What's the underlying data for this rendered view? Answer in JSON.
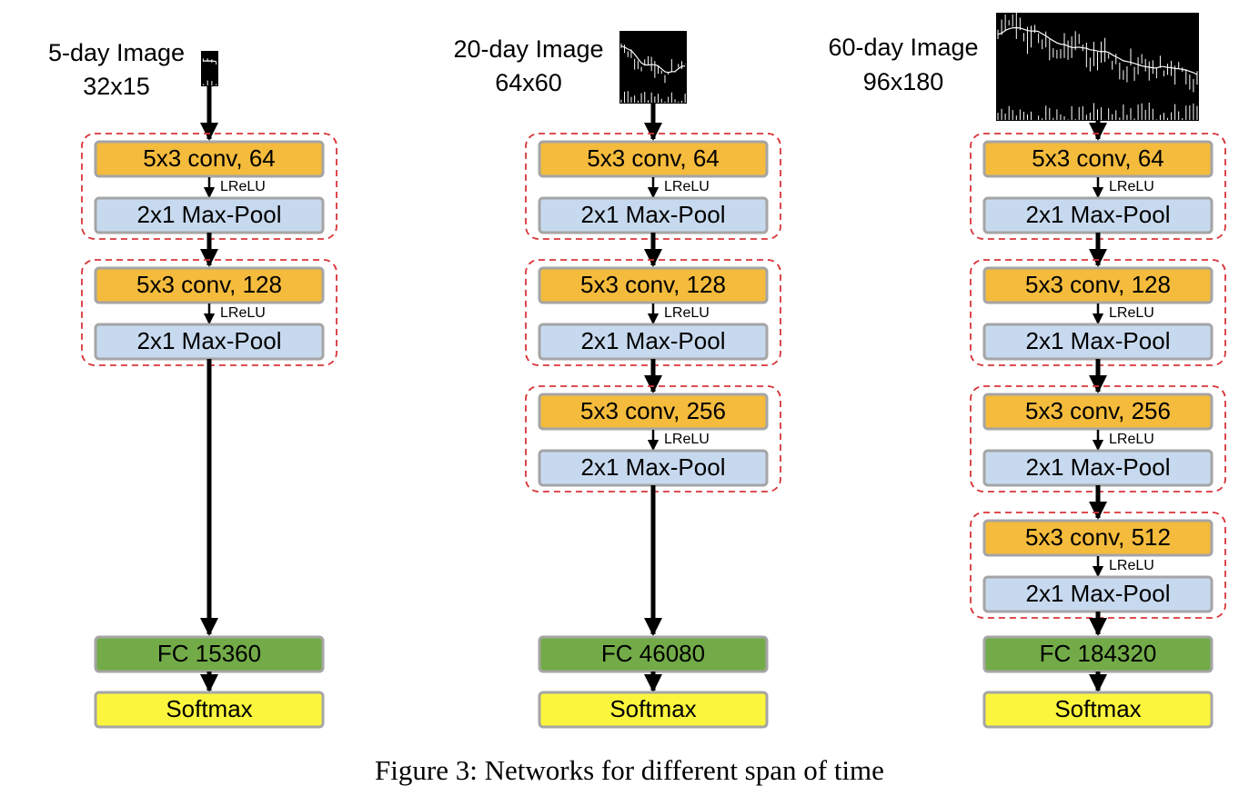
{
  "colors": {
    "conv": "#f4bb3c",
    "pool": "#c7d9ee",
    "fc": "#72ab48",
    "softmax": "#fbf63d",
    "box_border": "#a5a5a5",
    "dash": "#d9343a",
    "arrow": "#000000"
  },
  "columns": [
    {
      "input_title": "5-day Image",
      "input_size": "32x15",
      "blocks": [
        {
          "conv": "5x3 conv, 64",
          "act": "LReLU",
          "pool": "2x1 Max-Pool"
        },
        {
          "conv": "5x3 conv, 128",
          "act": "LReLU",
          "pool": "2x1 Max-Pool"
        }
      ],
      "fc": "FC 15360",
      "softmax": "Softmax"
    },
    {
      "input_title": "20-day Image",
      "input_size": "64x60",
      "blocks": [
        {
          "conv": "5x3 conv, 64",
          "act": "LReLU",
          "pool": "2x1 Max-Pool"
        },
        {
          "conv": "5x3 conv, 128",
          "act": "LReLU",
          "pool": "2x1 Max-Pool"
        },
        {
          "conv": "5x3 conv, 256",
          "act": "LReLU",
          "pool": "2x1 Max-Pool"
        }
      ],
      "fc": "FC 46080",
      "softmax": "Softmax"
    },
    {
      "input_title": "60-day Image",
      "input_size": "96x180",
      "blocks": [
        {
          "conv": "5x3 conv, 64",
          "act": "LReLU",
          "pool": "2x1 Max-Pool"
        },
        {
          "conv": "5x3 conv, 128",
          "act": "LReLU",
          "pool": "2x1 Max-Pool"
        },
        {
          "conv": "5x3 conv, 256",
          "act": "LReLU",
          "pool": "2x1 Max-Pool"
        },
        {
          "conv": "5x3 conv, 512",
          "act": "LReLU",
          "pool": "2x1 Max-Pool"
        }
      ],
      "fc": "FC 184320",
      "softmax": "Softmax"
    }
  ],
  "caption": "Figure 3: Networks for different span of time"
}
